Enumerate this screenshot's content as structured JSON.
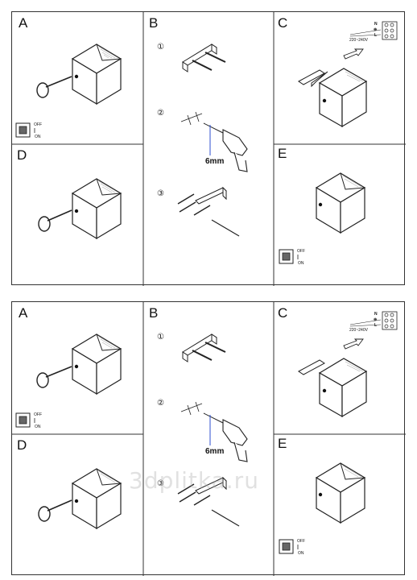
{
  "sheet": {
    "panels": {
      "a": "A",
      "b": "B",
      "c": "C",
      "d": "D",
      "e": "E"
    },
    "steps": [
      "①",
      "②",
      "③"
    ],
    "drill_size": "6mm",
    "switch_off": "OFF",
    "switch_on": "ON",
    "voltage": "220~240V",
    "terminals": [
      "N",
      "⊕",
      "L"
    ]
  },
  "watermark": "3dplitka.ru",
  "colors": {
    "line": "#222222",
    "cube_side": "#555555",
    "drill_line": "#2c4fd0"
  }
}
